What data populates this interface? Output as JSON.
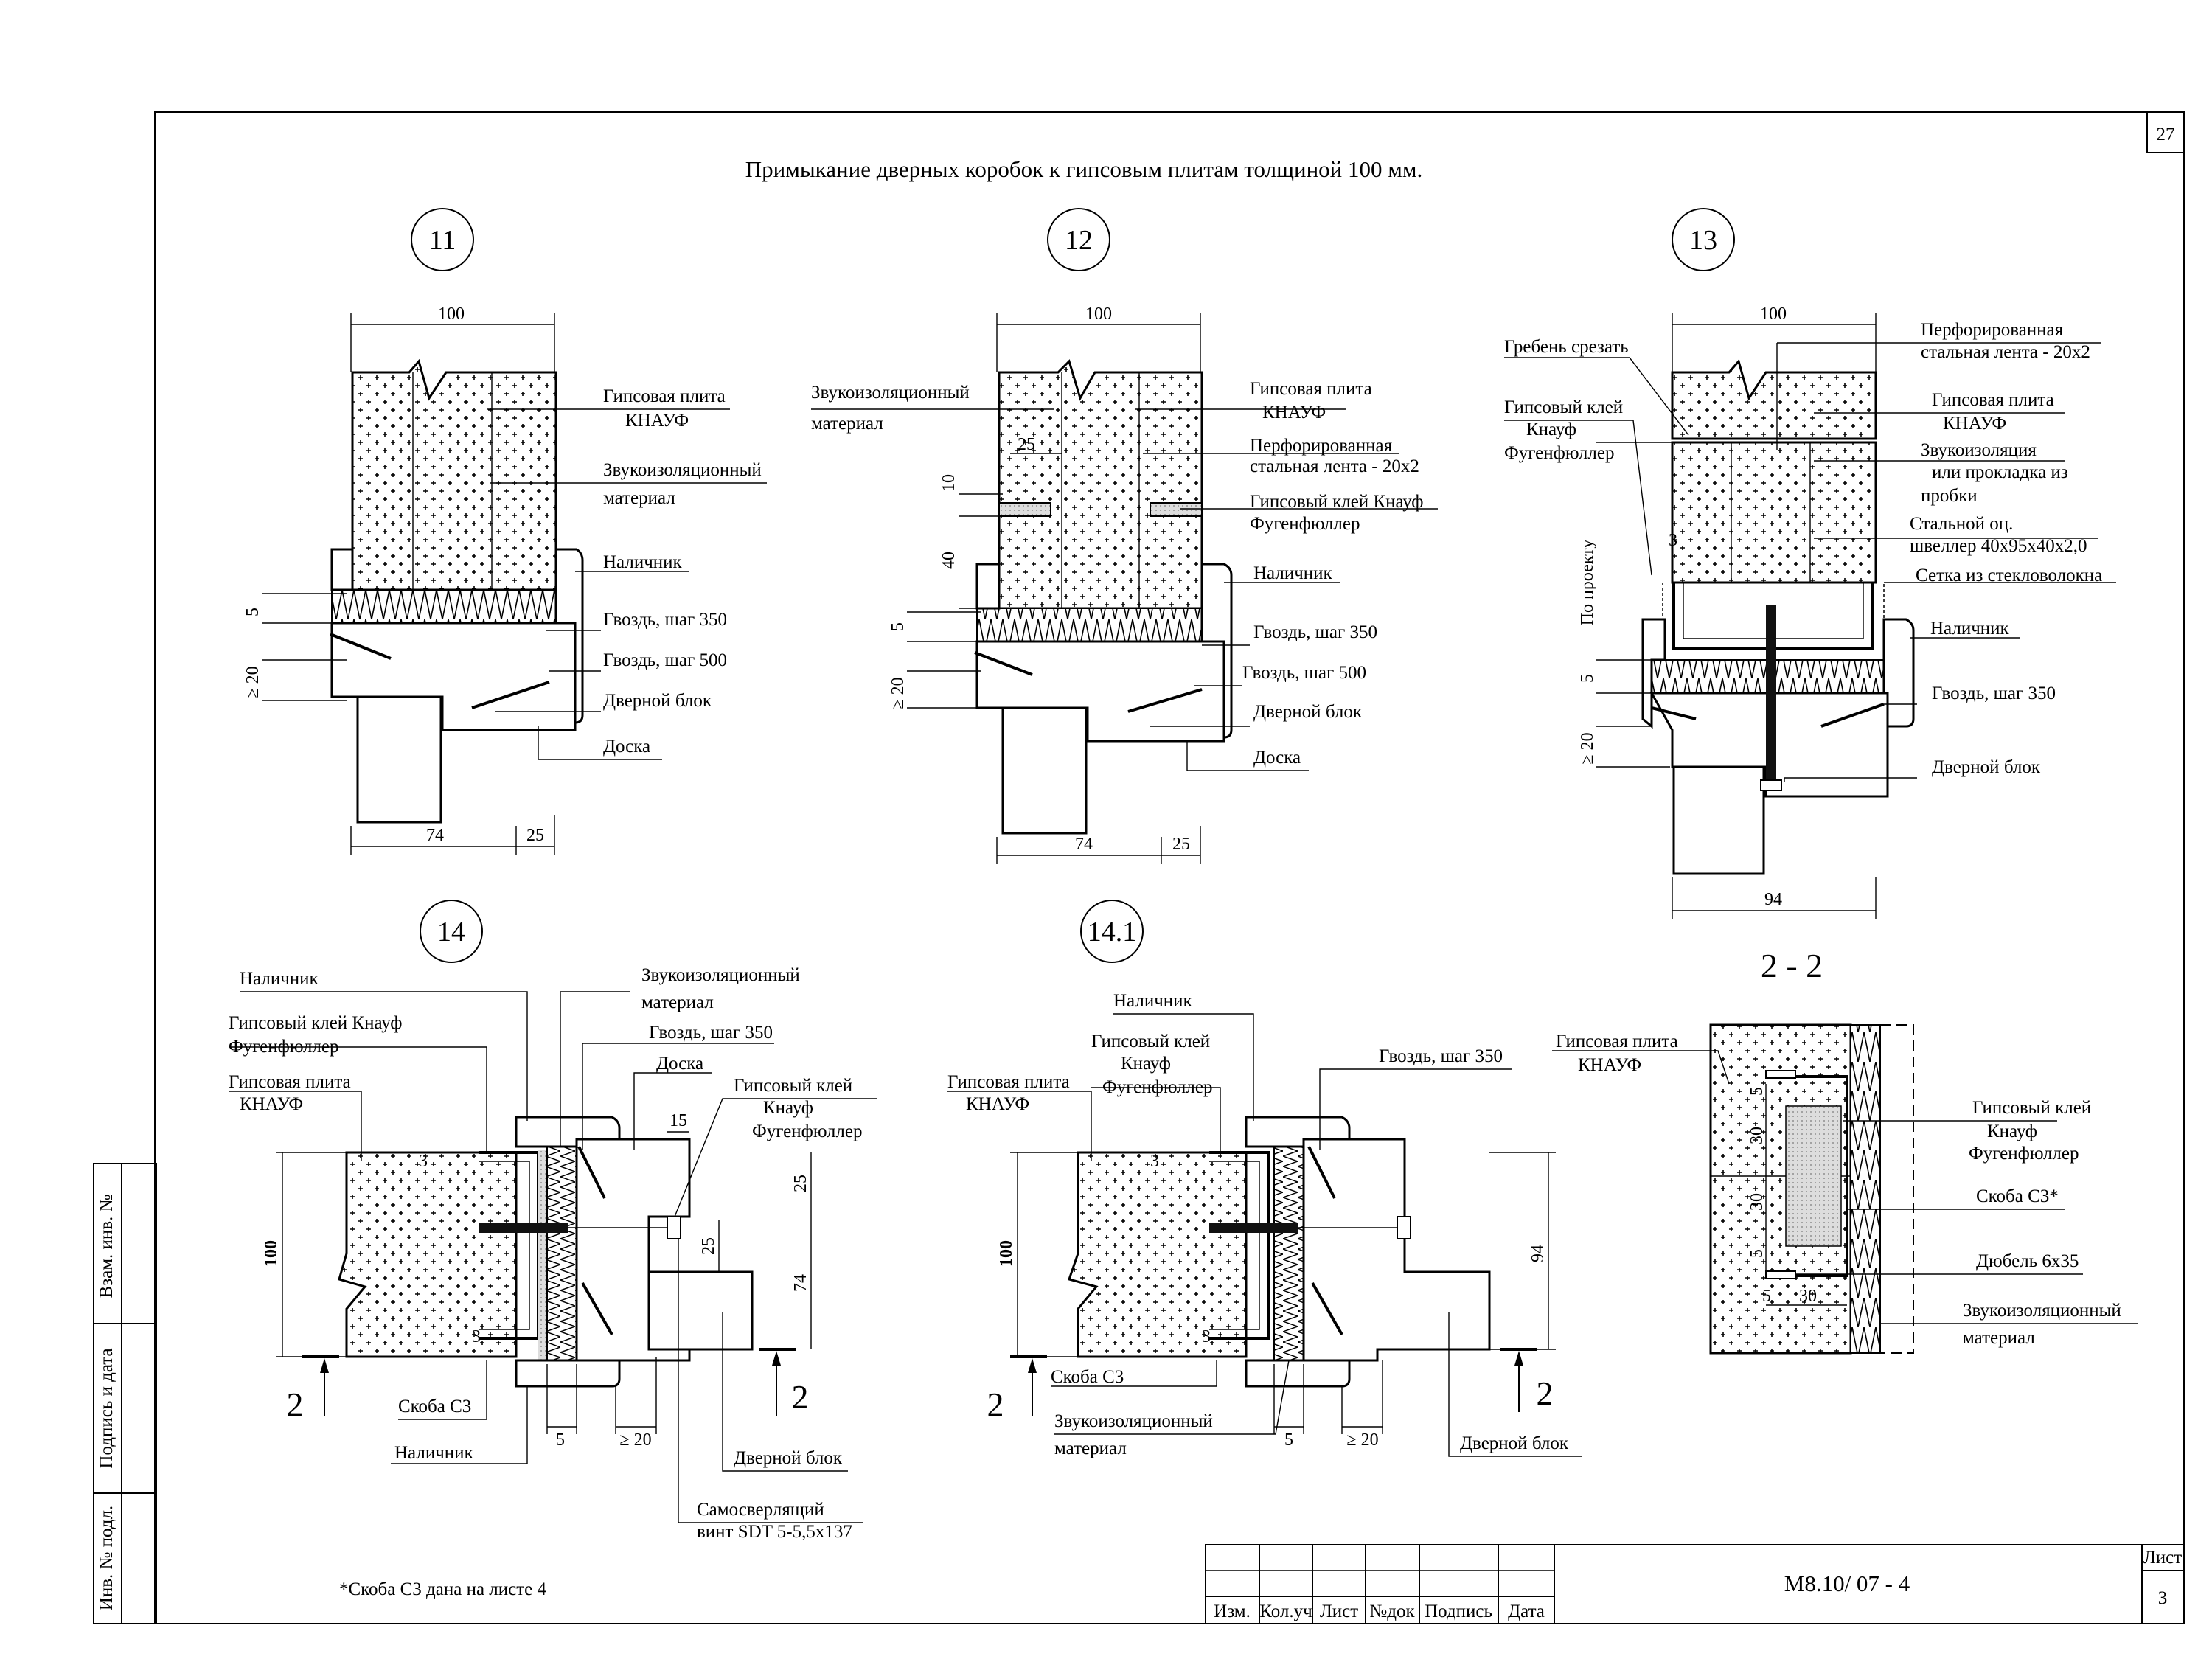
{
  "page_number": "27",
  "title": "Примыкание дверных коробок к гипсовым плитам толщиной 100 мм.",
  "details": {
    "d11": {
      "number": "11",
      "dims": {
        "top": "100",
        "bottom_left": "74",
        "bottom_right": "25",
        "side_5": "5",
        "side_20": "≥ 20"
      },
      "labels": [
        "Гипсовая плита",
        "КНАУФ",
        "Звукоизоляционный",
        "материал",
        "Наличник",
        "Гвоздь, шаг 350",
        "Гвоздь, шаг 500",
        "Дверной блок",
        "Доска"
      ]
    },
    "d12": {
      "number": "12",
      "dims": {
        "top": "100",
        "bottom_left": "74",
        "bottom_right": "25",
        "d25": "25",
        "d10": "10",
        "d40": "40",
        "side_5": "5",
        "side_20": "≥ 20"
      },
      "labels": [
        "Звукоизоляционный",
        "материал",
        "Гипсовая плита",
        "КНАУФ",
        "Перфорированная",
        "стальная лента - 20х2",
        "Гипсовый клей Кнауф",
        "Фугенфюллер",
        "Наличник",
        "Гвоздь, шаг 350",
        "Гвоздь, шаг 500",
        "Дверной блок",
        "Доска"
      ]
    },
    "d13": {
      "number": "13",
      "dims": {
        "top": "100",
        "bottom": "94",
        "d3": "3",
        "side_5": "5",
        "side_20": "≥ 20",
        "side_project": "По проекту"
      },
      "labels": [
        "Гребень срезать",
        "Гипсовый клей",
        "Кнауф",
        "Фугенфюллер",
        "Перфорированная",
        "стальная лента - 20х2",
        "Гипсовая плита",
        "КНАУФ",
        "Звукоизоляция",
        "или прокладка из",
        "пробки",
        "Стальной оц.",
        "швеллер 40х95х40х2,0",
        "Сетка из стекловолокна",
        "Наличник",
        "Гвоздь, шаг 350",
        "Дверной блок"
      ]
    },
    "d14": {
      "number": "14",
      "dims": {
        "left": "100",
        "d3a": "3",
        "d3b": "3",
        "d5": "5",
        "d20": "≥ 20",
        "d15": "15",
        "d25a": "25",
        "d25b": "25",
        "d74": "74"
      },
      "labels": [
        "Наличник",
        "Звукоизоляционный",
        "материал",
        "Гипсовый клей Кнауф",
        "Фугенфюллер",
        "Гвоздь, шаг 350",
        "Доска",
        "Гипсовая плита",
        "КНАУФ",
        "Гипсовый клей",
        "Кнауф",
        "Фугенфюллер",
        "Скоба С3",
        "Наличник",
        "Дверной блок",
        "Самосверлящий",
        "винт SDT 5-5,5х137"
      ],
      "cut": "2"
    },
    "d141": {
      "number": "14.1",
      "dims": {
        "left": "100",
        "right": "94",
        "d3a": "3",
        "d3b": "3",
        "d5": "5",
        "d20": "≥ 20"
      },
      "labels": [
        "Наличник",
        "Гипсовый клей",
        "Кнауф",
        "Фугенфюллер",
        "Гипсовая плита",
        "КНАУФ",
        "Гвоздь, шаг 350",
        "Скоба С3",
        "Звукоизоляционный",
        "материал",
        "Дверной блок"
      ],
      "cut": "2"
    },
    "s22": {
      "title": "2 - 2",
      "dims": {
        "d30a": "30",
        "d30b": "30",
        "d30c": "30",
        "d5a": "5",
        "d5b": "5",
        "d5c": "5"
      },
      "labels": [
        "Гипсовая плита",
        "КНАУФ",
        "Гипсовый клей",
        "Кнауф",
        "Фугенфюллер",
        "Скоба С3*",
        "Дюбель 6х35",
        "Звукоизоляционный",
        "материал"
      ]
    }
  },
  "footnote": "*Скоба С3 дана на листе 4",
  "side_stamp": [
    "Взам. инв. №",
    "Подпись и дата",
    "Инв. № подл."
  ],
  "title_block": {
    "columns": [
      "Изм.",
      "Кол.уч",
      "Лист",
      "№док",
      "Подпись",
      "Дата"
    ],
    "code": "М8.10/ 07 - 4",
    "sheet_label": "Лист",
    "sheet_no": "3"
  }
}
